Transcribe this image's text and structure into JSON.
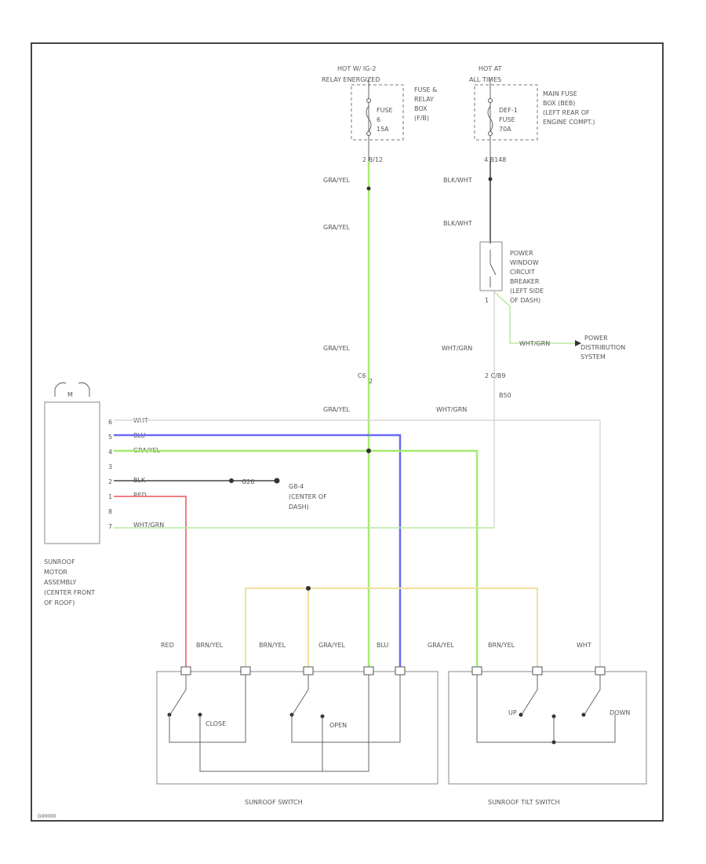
{
  "power_left": {
    "header": [
      "HOT W/ IG-2",
      "RELAY ENERGIZED"
    ],
    "box_label": [
      "FUSE &",
      "RELAY",
      "BOX",
      "(F/B)"
    ],
    "fuse": [
      "FUSE",
      "6",
      "15A"
    ],
    "connector": "2  B/12",
    "wire_top": "GRA/YEL",
    "wire_mid": "GRA/YEL"
  },
  "power_right": {
    "header": [
      "HOT AT",
      "ALL TIMES"
    ],
    "box_label": [
      "MAIN FUSE",
      "BOX (BEB)",
      "(LEFT REAR OF",
      "ENGINE COMPT.)"
    ],
    "fuse": [
      "DEF-1",
      "FUSE",
      "70A"
    ],
    "connector": "4  B148",
    "wire_top": "BLK/WHT",
    "wire_mid": "BLK/WHT"
  },
  "circuit_breaker": {
    "label": [
      "POWER",
      "WINDOW",
      "CIRCUIT",
      "BREAKER",
      "(LEFT SIDE",
      "OF DASH)"
    ],
    "pin": "1",
    "wire_out": "WHT/GRN",
    "arrow_wire": "WHT/GRN",
    "arrow_target": [
      "POWER",
      "DISTRIBUTION",
      "SYSTEM"
    ]
  },
  "junctions": {
    "gra_yel_label": "GRA/YEL",
    "conn_c": "C6",
    "conn_c_pin": "2",
    "conn_right": "2  C/B9",
    "conn_right_id": "B50",
    "gra_yel_lower": "GRA/YEL",
    "wht_grn_lower": "WHT/GRN"
  },
  "motor": {
    "label": [
      "SUNROOF",
      "MOTOR",
      "ASSEMBLY",
      "(CENTER FRONT",
      "OF ROOF)"
    ],
    "top_label": "M",
    "pins": [
      "6",
      "5",
      "4",
      "3",
      "2",
      "1",
      "8",
      "7"
    ],
    "wires": [
      "WHT",
      "BLU",
      "GRA/YEL",
      "",
      "BLK",
      "RED",
      "",
      "WHT/GRN"
    ]
  },
  "ground": {
    "connector": "G26",
    "label": [
      "G8-4",
      "(CENTER OF",
      "DASH)"
    ]
  },
  "switch_wires": {
    "w1": "RED",
    "w2": "BRN/YEL",
    "w3": "BRN/YEL",
    "w4": "GRA/YEL",
    "w5": "BLU",
    "w6": "GRA/YEL",
    "w7": "BRN/YEL",
    "w8": "WHT"
  },
  "sunroof_switch": {
    "close": "CLOSE",
    "open": "OPEN",
    "title": "SUNROOF SWITCH"
  },
  "tilt_switch": {
    "up": "UP",
    "down": "DOWN",
    "title": "SUNROOF TILT SWITCH"
  },
  "footer": {
    "code": "G00000"
  },
  "colors": {
    "green": "#a6ea6e",
    "blue": "#6a6af0",
    "red": "#ef8080",
    "yellow": "#f0e09a",
    "white": "#d8d8d8"
  }
}
